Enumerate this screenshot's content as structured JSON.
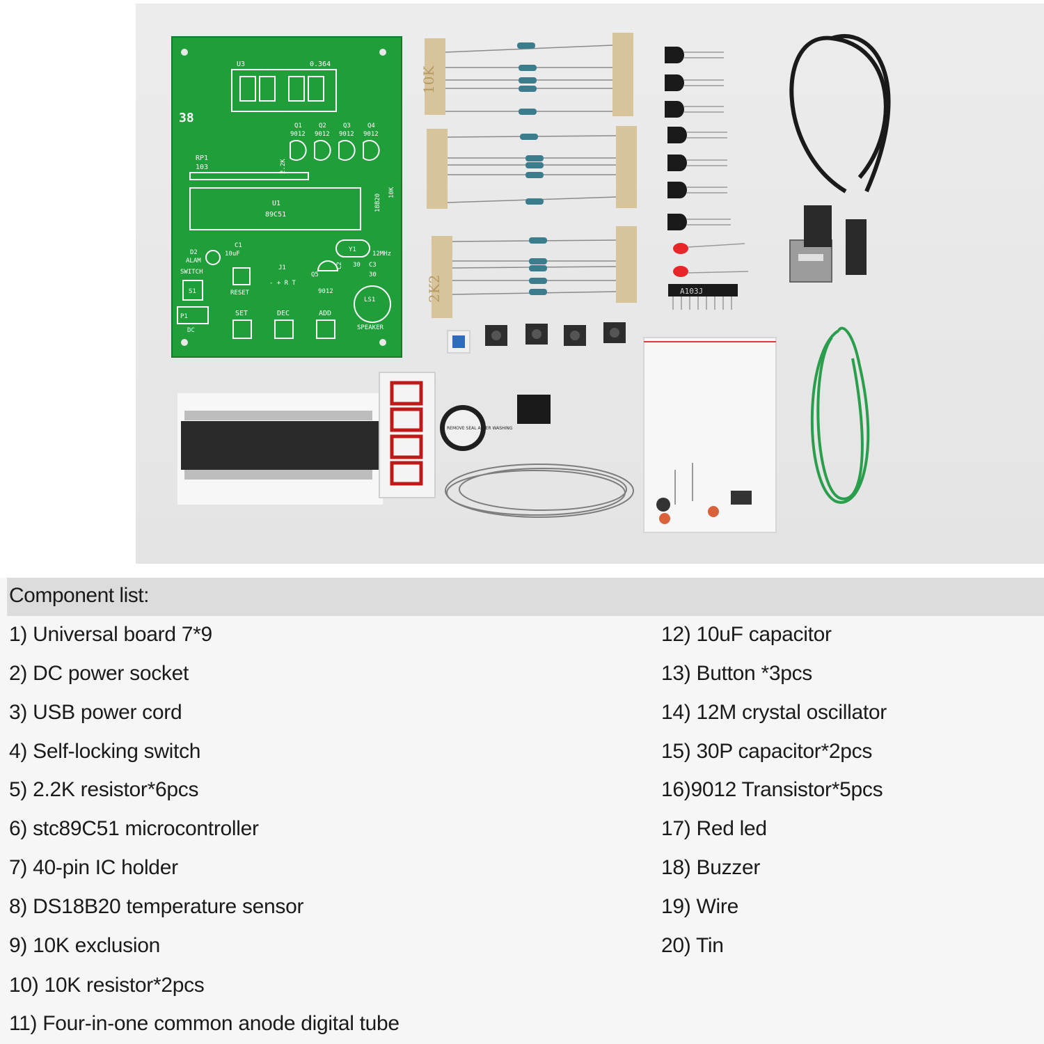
{
  "photo": {
    "pcb_labels": {
      "board_number": "38",
      "display_ref": "U3",
      "display_value": "0.364",
      "transistor_refs": [
        "Q1",
        "Q2",
        "Q3",
        "Q4"
      ],
      "transistor_values": [
        "9012",
        "9012",
        "9012",
        "9012"
      ],
      "resistor_pack_ref": "RP1",
      "resistor_pack_value": "103",
      "mcu_ref": "U1",
      "mcu_value": "89C51",
      "sensor_ref": "18B20",
      "sensor_value": "10K",
      "capacitor_ref": "C1",
      "capacitor_value": "10uF",
      "led_ref": "D2",
      "led_name": "ALAM",
      "crystal_ref": "Y1",
      "crystal_value": "12MHz",
      "switch_name": "SWITCH",
      "switch_ref": "S1",
      "reset_label": "RESET",
      "set_label": "SET",
      "dec_label": "DEC",
      "add_label": "ADD",
      "speaker_ref": "LS1",
      "speaker_label": "SPEAKER",
      "power_ref": "P1",
      "power_label": "DC",
      "q5_ref": "Q5",
      "q5_value": "9012",
      "c2_ref": "C2",
      "c3_ref": "C3",
      "c3_value": "30",
      "c2_value": "30",
      "j1_ref": "J1",
      "j1_pins": "- + R T",
      "r_values": "2.2K"
    },
    "tape_labels": {
      "top": "10K",
      "bottom": "2K2"
    },
    "resistor_pack_marking": "A103J",
    "buzzer_label": "REMOVE SEAL AFTER WASHING"
  },
  "component_list": {
    "title": "Component list:",
    "left": [
      "1) Universal board 7*9",
      "2) DC power socket",
      "3) USB power cord",
      "4) Self-locking switch",
      "5) 2.2K resistor*6pcs",
      "6) stc89C51 microcontroller",
      "7) 40-pin IC holder",
      "8) DS18B20 temperature sensor",
      "9) 10K exclusion",
      "10) 10K resistor*2pcs",
      "11) Four-in-one common anode digital tube"
    ],
    "right": [
      "12) 10uF capacitor",
      "13) Button *3pcs",
      "14) 12M crystal oscillator",
      "15) 30P capacitor*2pcs",
      "16)9012 Transistor*5pcs",
      "17) Red led",
      "18) Buzzer",
      "19) Wire",
      "20) Tin"
    ]
  }
}
